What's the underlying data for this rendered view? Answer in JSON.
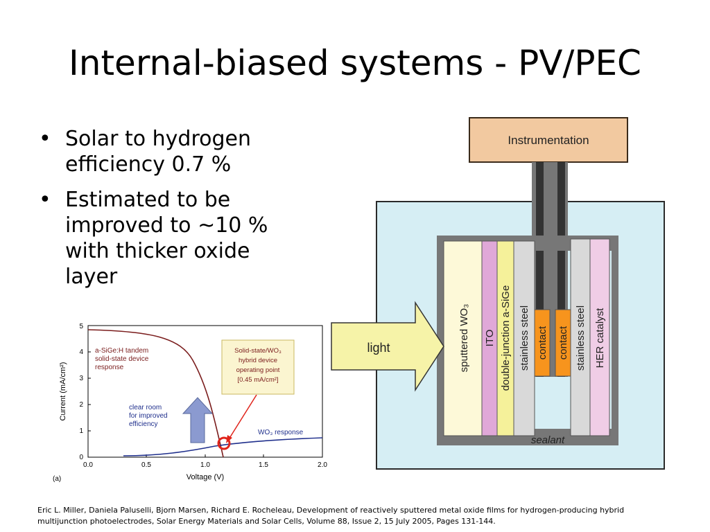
{
  "slide": {
    "title": "Internal-biased systems - PV/PEC",
    "bullets": [
      "Solar to hydrogen efficiency 0.7 %",
      "Estimated to be improved to ~10 % with thicker oxide layer"
    ],
    "citation": "Eric L. Miller, Daniela Paluselli, Bjorn Marsen, Richard E. Rocheleau, Development of reactively sputtered metal oxide films for hydrogen-producing hybrid multijunction photoelectrodes, Solar Energy Materials and Solar Cells, Volume 88, Issue 2, 15 July 2005, Pages 131-144."
  },
  "plot": {
    "panel_label": "(a)",
    "xlabel": "Voltage (V)",
    "ylabel": "Current (mA/cm²)",
    "xticks": [
      "0.0",
      "0.5",
      "1.0",
      "1.5",
      "2.0"
    ],
    "yticks": [
      "0",
      "1",
      "2",
      "3",
      "4",
      "5"
    ],
    "xlim": [
      0,
      2.0
    ],
    "ylim": [
      0,
      5
    ],
    "tandem_label": [
      "a-SiGe:H tandem",
      "solid-state device",
      "response"
    ],
    "room_label": [
      "clear room",
      "for improved",
      "efficiency"
    ],
    "operating_box": [
      "Solid-state/WO₃",
      "hybrid device",
      "operating point",
      "[0.45 mA/cm²]"
    ],
    "wo3_label": "WO₃ response",
    "colors": {
      "tandem": "#7a1c1c",
      "wo3": "#1f2f8c",
      "box_fill": "#fbf5d0",
      "box_border": "#c9b860",
      "circle": "#e0241b",
      "arrow": "#8b9ad0"
    }
  },
  "diagram": {
    "instrumentation": "Instrumentation",
    "light": "light",
    "sealant": "sealant",
    "layers": [
      "sputtered WO₃",
      "ITO",
      "double-junction a-SiGe",
      "stainless steel",
      "contact",
      "contact",
      "stainless steel",
      "HER catalyst"
    ],
    "colors": {
      "instrument": "#f2c9a0",
      "tank": "#d6eef4",
      "light_arrow": "#f6f3a8",
      "wo3": "#fdf9d8",
      "ito": "#e0a8d8",
      "asige": "#f5f19a",
      "steel": "#d9d9d9",
      "contact": "#f7941d",
      "catalyst": "#f0cde6",
      "rod": "#5a5a5a"
    }
  }
}
